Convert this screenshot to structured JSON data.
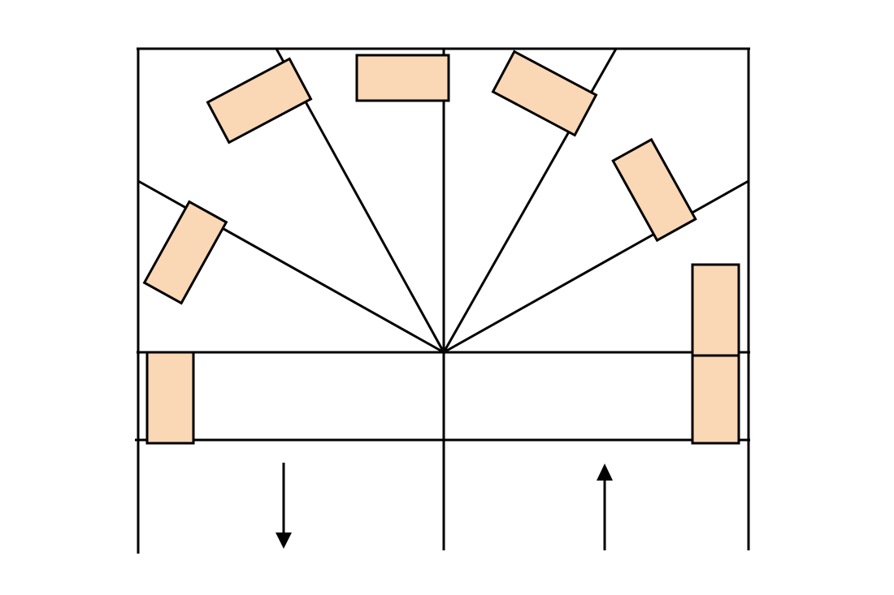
{
  "colors": {
    "line": "#000000",
    "block_fill": "#fad7b5",
    "background": "#ffffff"
  },
  "diagram": {
    "description_items": [
      "turnaround-fan",
      "straight-lanes",
      "down-arrow",
      "up-arrow"
    ],
    "block_count": 8,
    "fan_spoke_count": 7,
    "arrows": {
      "left": "down",
      "right": "up"
    }
  }
}
